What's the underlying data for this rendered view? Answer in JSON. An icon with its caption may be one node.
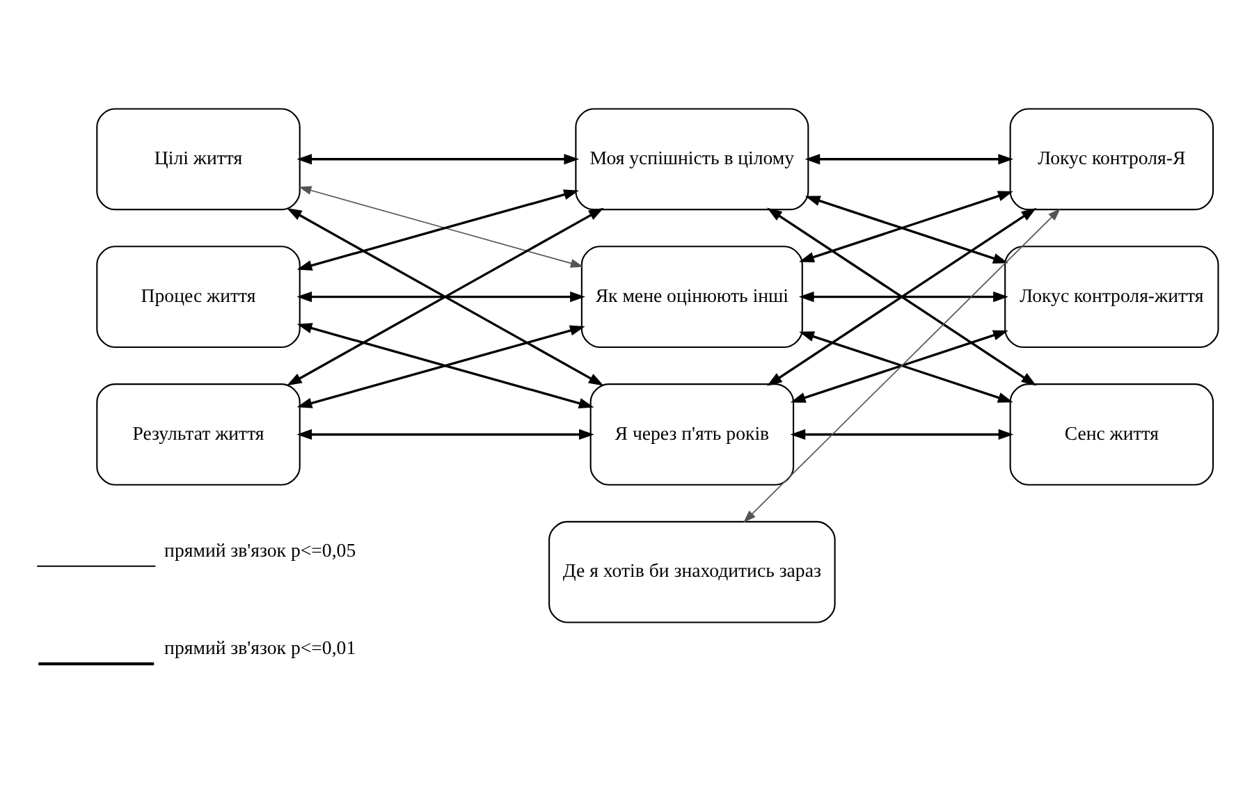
{
  "diagram": {
    "nodes": [
      {
        "text": [
          "Цілі життя"
        ]
      },
      {
        "text": [
          "Процес життя"
        ]
      },
      {
        "text": [
          "Результат життя"
        ]
      },
      {
        "text": [
          "Моя успішність в цілому"
        ]
      },
      {
        "text": [
          "Як мене оцінюють інші"
        ]
      },
      {
        "text": [
          "Я через п'ять років"
        ]
      },
      {
        "text": [
          "Де я хотів би знаходитись зараз"
        ]
      },
      {
        "text": [
          "Локус контроля-Я"
        ]
      },
      {
        "text": [
          "Локус контроля-життя"
        ]
      },
      {
        "text": [
          "Сенс життя"
        ]
      }
    ],
    "edges": [
      {
        "from": 0,
        "to": 3,
        "arrow": "both"
      },
      {
        "from": 0,
        "to": 4,
        "arrow": "both",
        "color": "#555555"
      },
      {
        "from": 0,
        "to": 5,
        "arrow": "both"
      },
      {
        "from": 1,
        "to": 3,
        "arrow": "both"
      },
      {
        "from": 1,
        "to": 4,
        "arrow": "both"
      },
      {
        "from": 1,
        "to": 5,
        "arrow": "both"
      },
      {
        "from": 2,
        "to": 3,
        "arrow": "both"
      },
      {
        "from": 2,
        "to": 4,
        "arrow": "both"
      },
      {
        "from": 2,
        "to": 5,
        "arrow": "both"
      },
      {
        "from": 3,
        "to": 7,
        "arrow": "both"
      },
      {
        "from": 3,
        "to": 8,
        "arrow": "both"
      },
      {
        "from": 3,
        "to": 9,
        "arrow": "both"
      },
      {
        "from": 4,
        "to": 7,
        "arrow": "both"
      },
      {
        "from": 4,
        "to": 8,
        "arrow": "both"
      },
      {
        "from": 4,
        "to": 9,
        "arrow": "both"
      },
      {
        "from": 5,
        "to": 7,
        "arrow": "both"
      },
      {
        "from": 5,
        "to": 8,
        "arrow": "both"
      },
      {
        "from": 5,
        "to": 9,
        "arrow": "both"
      },
      {
        "from": 6,
        "to": 7,
        "arrow": "both",
        "color": "#555555"
      }
    ],
    "legend": [
      {
        "text": "прямий зв'язок p<=0,05"
      },
      {
        "text": "прямий зв'язок p<=0,01"
      }
    ]
  }
}
